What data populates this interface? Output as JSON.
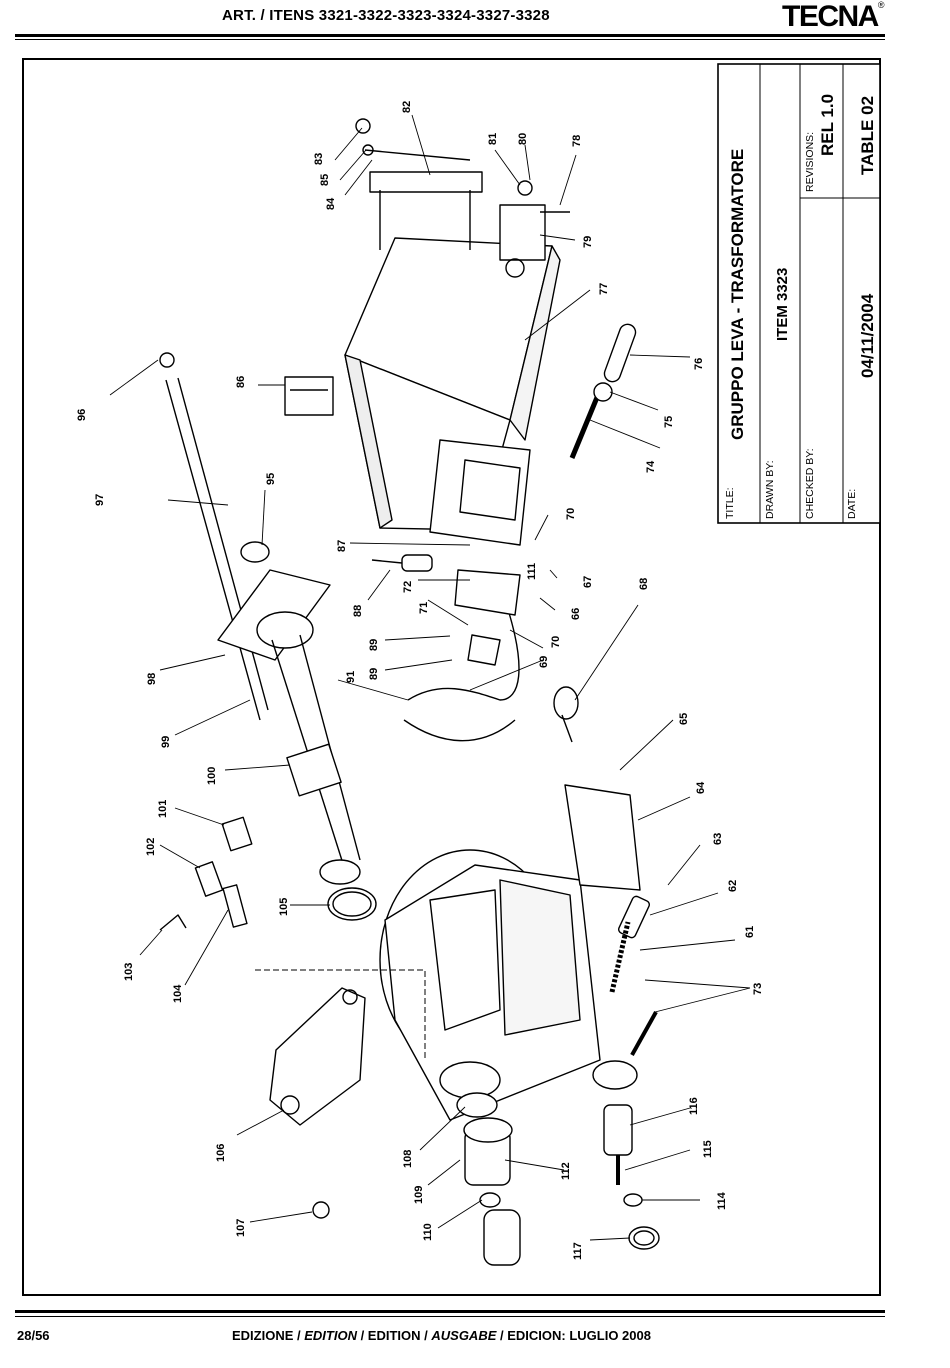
{
  "header": {
    "title": "ART. / ITENS 3321-3322-3323-3324-3327-3328",
    "brand": "TECNA",
    "brand_mark": "®"
  },
  "title_block": {
    "title_label": "TITLE:",
    "title": "GRUPPO LEVA - TRASFORMATORE",
    "drawn_by_label": "DRAWN BY:",
    "item": "ITEM 3323",
    "checked_by_label": "CHECKED BY:",
    "revisions_label": "REVISIONS:",
    "revision": "REL 1.0",
    "date_label": "DATE:",
    "date": "04/11/2004",
    "table": "TABLE 02"
  },
  "parts": [
    "61",
    "62",
    "63",
    "64",
    "65",
    "66",
    "67",
    "68",
    "69",
    "70",
    "70",
    "71",
    "72",
    "73",
    "74",
    "75",
    "76",
    "77",
    "78",
    "79",
    "80",
    "81",
    "82",
    "83",
    "84",
    "85",
    "86",
    "87",
    "88",
    "89",
    "89",
    "91",
    "95",
    "96",
    "97",
    "98",
    "99",
    "100",
    "101",
    "102",
    "103",
    "104",
    "105",
    "106",
    "107",
    "108",
    "109",
    "110",
    "111",
    "112",
    "114",
    "115",
    "116",
    "117"
  ],
  "footer": {
    "page": "28/56",
    "edition_1": "EDIZIONE / ",
    "edition_2": "EDITION",
    "edition_3": " / EDITION / ",
    "edition_4": "AUSGABE",
    "edition_5": " / EDICION: LUGLIO 2008"
  }
}
